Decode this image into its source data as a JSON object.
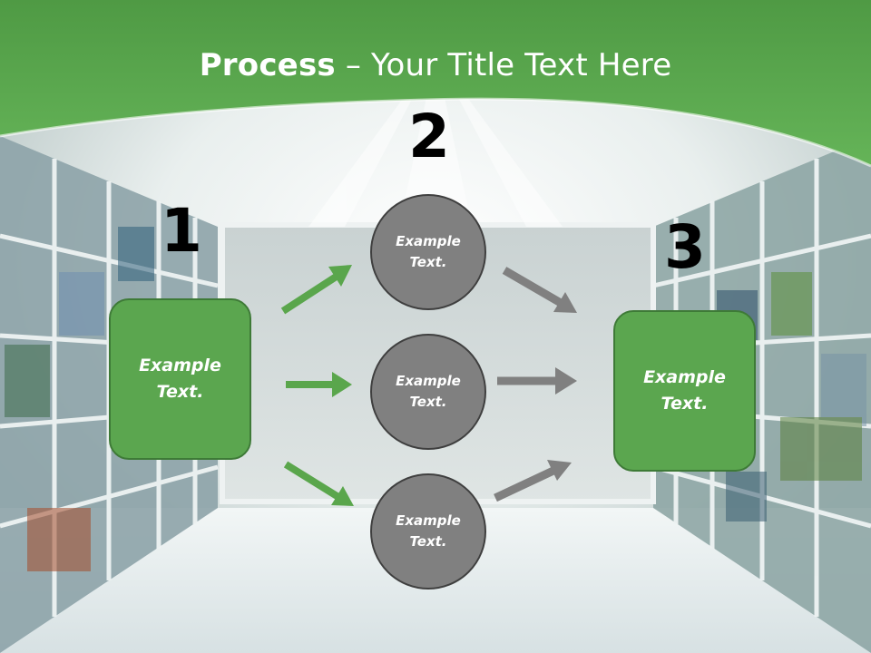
{
  "title": {
    "bold": "Process",
    "rest": " – Your Title Text Here"
  },
  "steps": [
    {
      "number": "1",
      "text": "Example\nText."
    },
    {
      "number": "2",
      "text": "Example\nText."
    },
    {
      "number": "3",
      "text": "Example\nText."
    }
  ],
  "circles": [
    {
      "text": "Example\nText."
    },
    {
      "text": "Example\nText."
    },
    {
      "text": "Example\nText."
    }
  ],
  "colors": {
    "banner": "#5aaa4f",
    "box": "#5ba64f",
    "circle": "#808080",
    "arrow_green": "#5aa64c",
    "arrow_gray": "#808080"
  }
}
